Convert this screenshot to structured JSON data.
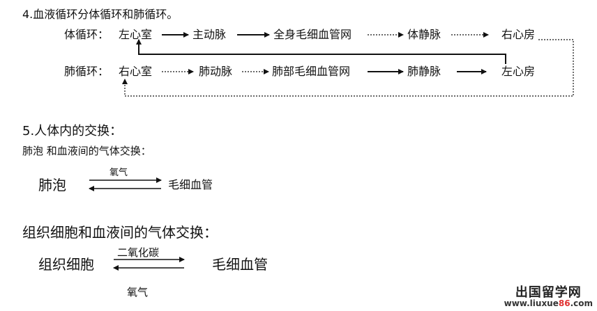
{
  "section4": {
    "heading": "4.血液循环分体循环和肺循环。",
    "systemic": {
      "label": "体循环：",
      "nodes": [
        "左心室",
        "主动脉",
        "全身毛细血管网",
        "体静脉",
        "右心房"
      ]
    },
    "pulmonary": {
      "label": "肺循环：",
      "nodes": [
        "右心室",
        "肺动脉",
        "肺部毛细血管网",
        "肺静脉",
        "左心房"
      ]
    }
  },
  "section5": {
    "heading": "5.人体内的交换：",
    "alveoli": {
      "subheading": "肺泡 和血液间的气体交换：",
      "left": "肺泡",
      "right": "毛细血管",
      "upper_gas": "氧气"
    },
    "tissue": {
      "subheading": "组织细胞和血液间的气体交换：",
      "left": "组织细胞",
      "right": "毛细血管",
      "upper_gas": "二氧化碳",
      "lower_gas": "氧气"
    }
  },
  "watermark": {
    "cn": "出国留学网",
    "url_prefix": "www.liuxue",
    "url_accent": "86",
    "url_suffix": ".com",
    "accent_color": "#e03030"
  }
}
